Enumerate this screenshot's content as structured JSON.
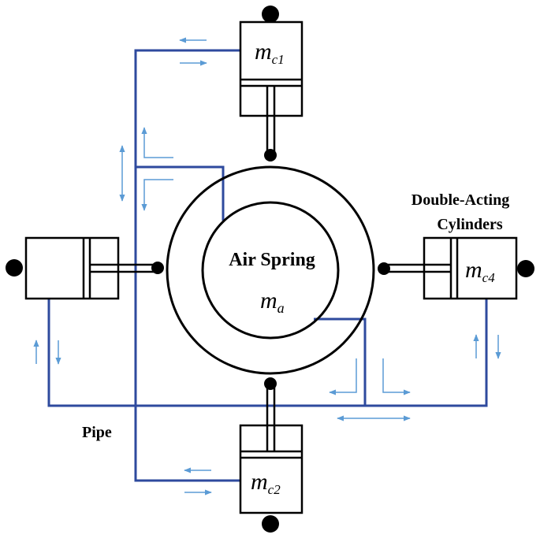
{
  "labels": {
    "air_spring": "Air Spring",
    "double_acting_line1": "Double-Acting",
    "double_acting_line2": "Cylinders",
    "pipe": "Pipe"
  },
  "masses": {
    "ma": {
      "base": "m",
      "sub": "a"
    },
    "mc1": {
      "base": "m",
      "sub": "c1"
    },
    "mc2": {
      "base": "m",
      "sub": "c2"
    },
    "mc4": {
      "base": "m",
      "sub": "c4"
    }
  },
  "colors": {
    "pipe": "#2e4a9e",
    "arrow": "#5b9bd5",
    "outline": "#000000"
  }
}
